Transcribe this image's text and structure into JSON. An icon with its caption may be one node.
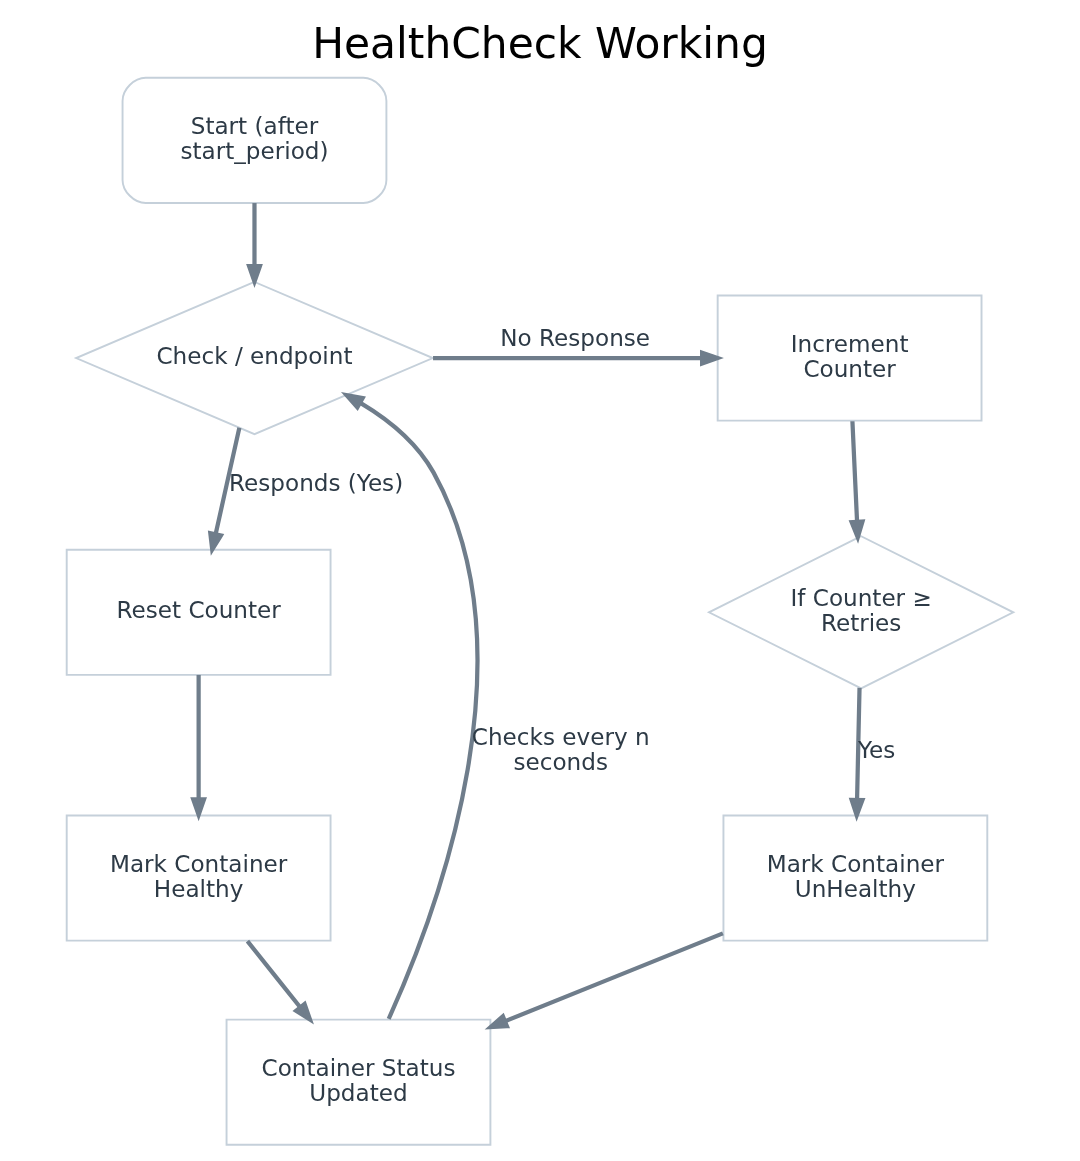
{
  "diagram": {
    "title": "HealthCheck Working",
    "nodes": [
      {
        "text": [
          "Start (after start_period)"
        ]
      },
      {
        "text": [
          "Check / endpoint"
        ]
      },
      {
        "text": [
          "Increment Counter"
        ]
      },
      {
        "text": [
          "If Counter ≥ Retries"
        ]
      },
      {
        "text": [
          "Reset Counter"
        ]
      },
      {
        "text": [
          "Mark Container Healthy"
        ]
      },
      {
        "text": [
          "Mark Container UnHealthy"
        ]
      },
      {
        "text": [
          "Container Status Updated"
        ]
      }
    ],
    "edges": [
      {
        "from": 0,
        "to": 1,
        "arrow": "to"
      },
      {
        "from": 1,
        "to": 2,
        "arrow": "to",
        "label": "No Response"
      },
      {
        "from": 1,
        "to": 4,
        "arrow": "to",
        "label": "Responds (Yes)"
      },
      {
        "from": 2,
        "to": 3,
        "arrow": "to"
      },
      {
        "from": 3,
        "to": 6,
        "arrow": "to",
        "label": "Yes"
      },
      {
        "from": 4,
        "to": 5,
        "arrow": "to"
      },
      {
        "from": 5,
        "to": 7,
        "arrow": "to"
      },
      {
        "from": 6,
        "to": 7,
        "arrow": "to"
      },
      {
        "from": 7,
        "to": 1,
        "arrow": "to",
        "label": "Checks every n seconds"
      }
    ]
  }
}
